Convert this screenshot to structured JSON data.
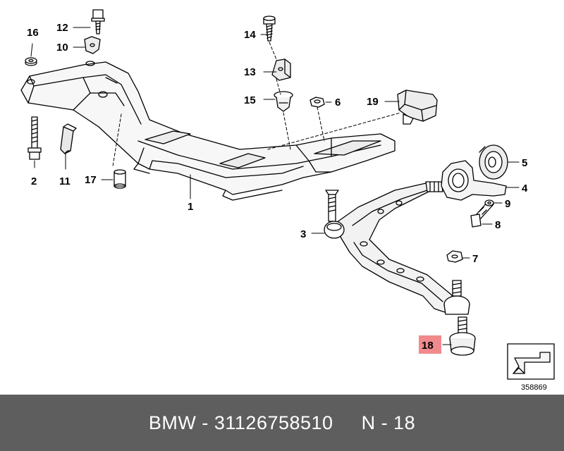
{
  "diagram": {
    "part_labels": [
      "1",
      "2",
      "3",
      "4",
      "5",
      "6",
      "7",
      "8",
      "9",
      "10",
      "11",
      "12",
      "13",
      "14",
      "15",
      "16",
      "17",
      "18",
      "19"
    ],
    "highlight_label": "18",
    "highlight_color": "#f08a8c",
    "ref_number": "358869"
  },
  "footer": {
    "text": "BMW - 31126758510     N - 18",
    "background": "#5e5e5e"
  }
}
